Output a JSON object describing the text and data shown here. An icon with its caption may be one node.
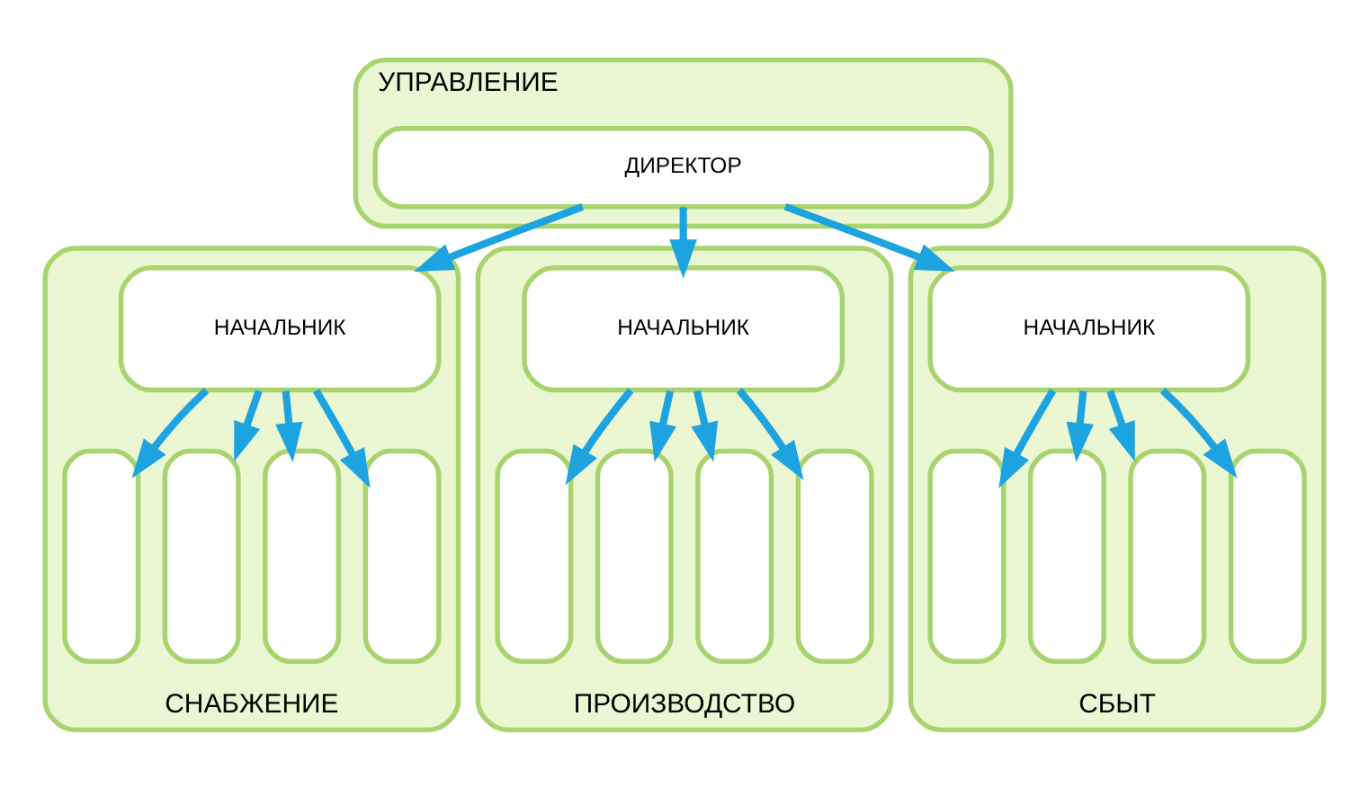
{
  "diagram": {
    "nodes": [
      {
        "text": [
          "УПРАВЛЕНИЕ"
        ]
      },
      {
        "text": [
          "ДИРЕКТОР"
        ],
        "in": 0
      },
      {
        "text": [
          "СНАБЖЕНИЕ"
        ]
      },
      {
        "text": [
          "НАЧАЛЬНИК"
        ],
        "in": 2
      },
      {
        "text": [],
        "shape": "box",
        "in": 2
      },
      {
        "text": [],
        "shape": "box",
        "in": 2
      },
      {
        "text": [],
        "shape": "box",
        "in": 2
      },
      {
        "text": [],
        "shape": "box",
        "in": 2
      },
      {
        "text": [
          "ПРОИЗВОДСТВО"
        ]
      },
      {
        "text": [
          "НАЧАЛЬНИК"
        ],
        "in": 8
      },
      {
        "text": [],
        "shape": "box",
        "in": 8
      },
      {
        "text": [],
        "shape": "box",
        "in": 8
      },
      {
        "text": [],
        "shape": "box",
        "in": 8
      },
      {
        "text": [],
        "shape": "box",
        "in": 8
      },
      {
        "text": [
          "СБЫТ"
        ]
      },
      {
        "text": [
          "НАЧАЛЬНИК"
        ],
        "in": 14
      },
      {
        "text": [],
        "shape": "box",
        "in": 14
      },
      {
        "text": [],
        "shape": "box",
        "in": 14
      },
      {
        "text": [],
        "shape": "box",
        "in": 14
      },
      {
        "text": [],
        "shape": "box",
        "in": 14
      }
    ],
    "edges": [
      {
        "from": 1,
        "to": 3,
        "arrow": "to"
      },
      {
        "from": 1,
        "to": 9,
        "arrow": "to"
      },
      {
        "from": 1,
        "to": 15,
        "arrow": "to"
      },
      {
        "from": 3,
        "to": 4,
        "arrow": "to"
      },
      {
        "from": 3,
        "to": 5,
        "arrow": "to"
      },
      {
        "from": 3,
        "to": 6,
        "arrow": "to"
      },
      {
        "from": 3,
        "to": 7,
        "arrow": "to"
      },
      {
        "from": 9,
        "to": 10,
        "arrow": "to"
      },
      {
        "from": 9,
        "to": 11,
        "arrow": "to"
      },
      {
        "from": 9,
        "to": 12,
        "arrow": "to"
      },
      {
        "from": 9,
        "to": 13,
        "arrow": "to"
      },
      {
        "from": 15,
        "to": 16,
        "arrow": "to"
      },
      {
        "from": 15,
        "to": 17,
        "arrow": "to"
      },
      {
        "from": 15,
        "to": 18,
        "arrow": "to"
      },
      {
        "from": 15,
        "to": 19,
        "arrow": "to"
      }
    ]
  }
}
